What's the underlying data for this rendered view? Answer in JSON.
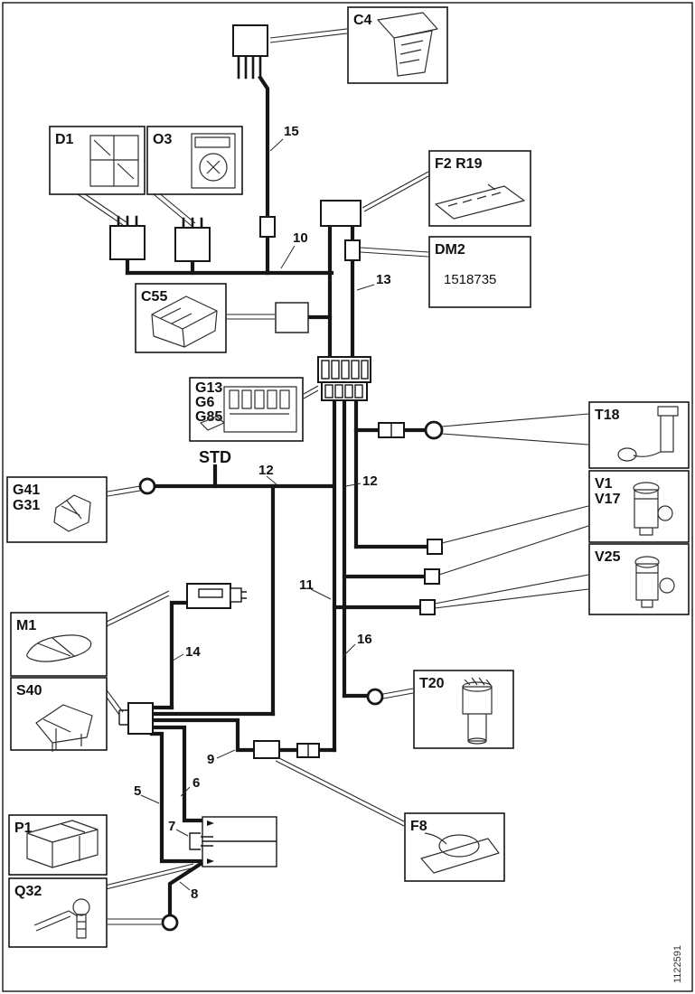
{
  "figure": {
    "number": "1122591"
  },
  "connector_note": {
    "std": "STD"
  },
  "wire_labels": {
    "n15": "15",
    "n10": "10",
    "n13": "13",
    "n12_left": "12",
    "n12_right": "12",
    "n11": "11",
    "n14": "14",
    "n16": "16",
    "n9": "9",
    "n5": "5",
    "n6": "6",
    "n7": "7",
    "n8": "8"
  },
  "boxes": {
    "c4": {
      "labels": [
        "C4"
      ]
    },
    "d1": {
      "labels": [
        "D1"
      ]
    },
    "o3": {
      "labels": [
        "O3"
      ]
    },
    "f2_r19": {
      "labels": [
        "F2 R19"
      ]
    },
    "dm2": {
      "labels": [
        "DM2"
      ],
      "part_number": "1518735"
    },
    "c55": {
      "labels": [
        "C55"
      ]
    },
    "g13_g6_g85": {
      "labels": [
        "G13",
        "G6",
        "G85"
      ]
    },
    "g41_g31": {
      "labels": [
        "G41",
        "G31"
      ]
    },
    "t18": {
      "labels": [
        "T18"
      ]
    },
    "v1_v17": {
      "labels": [
        "V1",
        "V17"
      ]
    },
    "v25": {
      "labels": [
        "V25"
      ]
    },
    "m1": {
      "labels": [
        "M1"
      ]
    },
    "s40": {
      "labels": [
        "S40"
      ]
    },
    "t20": {
      "labels": [
        "T20"
      ]
    },
    "p1": {
      "labels": [
        "P1"
      ]
    },
    "q32": {
      "labels": [
        "Q32"
      ]
    },
    "f8": {
      "labels": [
        "F8"
      ]
    }
  },
  "colors": {
    "ink": "#161616",
    "paper": "#ffffff"
  }
}
